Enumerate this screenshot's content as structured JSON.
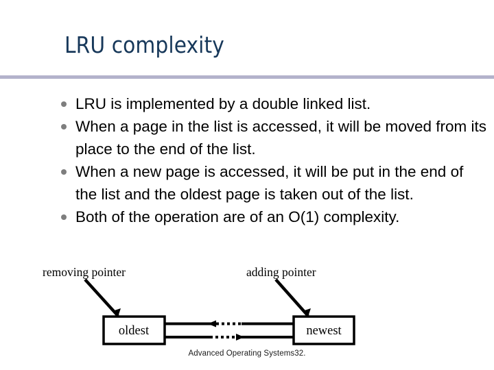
{
  "slide": {
    "title": "LRU complexity",
    "rule_color": "#b3b2cb",
    "title_color": "#17385a",
    "background_color": "#ffffff"
  },
  "bullets": [
    {
      "text": "LRU is implemented by a double linked list.",
      "marker": "bullet-dot-icon"
    },
    {
      "text": "When a page in the list is accessed, it will be moved from its place to the end of the list.",
      "marker": "bullet-dot-icon"
    },
    {
      "text": "When a new page is accessed, it will be put in the end of the list and the oldest page is taken out of the list.",
      "marker": "bullet-dot-icon"
    },
    {
      "text": "Both of the operation are of an O(1) complexity.",
      "marker": "bullet-dot-icon"
    }
  ],
  "diagram": {
    "labels": {
      "removing_pointer": "removing pointer",
      "adding_pointer": "adding pointer"
    },
    "nodes": [
      {
        "id": "oldest",
        "label": "oldest"
      },
      {
        "id": "newest",
        "label": "newest"
      }
    ],
    "connectors": [
      {
        "id": "prev-link",
        "direction": "right-to-left",
        "style": "solid-dotted-solid"
      },
      {
        "id": "next-link",
        "direction": "left-to-right",
        "style": "solid-dotted-solid"
      }
    ],
    "stroke_color": "#000000"
  },
  "footer": {
    "text": "Advanced Operating Systems32."
  }
}
